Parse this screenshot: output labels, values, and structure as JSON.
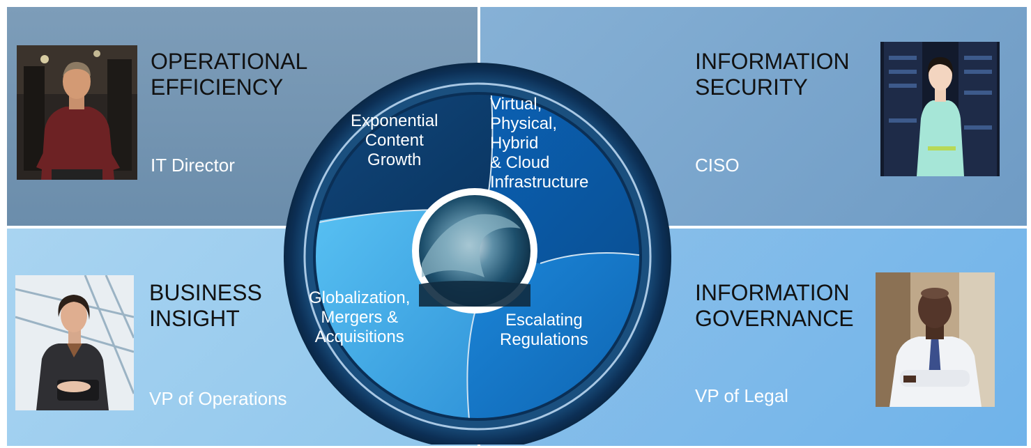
{
  "quadrants": {
    "top_left": {
      "title": "OPERATIONAL\nEFFICIENCY",
      "role": "IT Director"
    },
    "top_right": {
      "title": "INFORMATION\nSECURITY",
      "role": "CISO"
    },
    "bottom_left": {
      "title": "BUSINESS\nINSIGHT",
      "role": "VP of Operations"
    },
    "bottom_right": {
      "title": "INFORMATION\nGOVERNANCE",
      "role": "VP of Legal"
    }
  },
  "wheel": {
    "segments": {
      "top_left": "Exponential\nContent\nGrowth",
      "top_right": "Virtual,\nPhysical,\nHybrid\n& Cloud\nInfrastructure",
      "bottom_left": "Globalization,\nMergers &\nAcquisitions",
      "bottom_right": "Escalating\nRegulations"
    },
    "center_image": "ocean-wave-image"
  },
  "colors": {
    "top_left_bg": "#7d9db9",
    "top_right_bg": "#86b1d6",
    "bottom_left_bg": "#a9d4f1",
    "bottom_right_bg": "#8ec1e9",
    "wheel_dark": "#0d3f72",
    "wheel_mid": "#0a5eaa",
    "wheel_light": "#3fa7e8"
  }
}
